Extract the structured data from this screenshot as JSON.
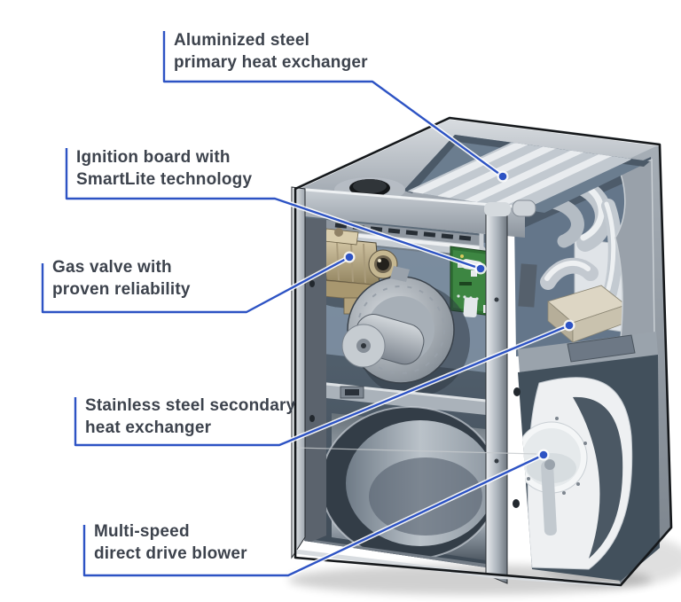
{
  "figure": {
    "labels": [
      {
        "id": "primary-heat-exchanger",
        "line1": "Aluminized steel",
        "line2": "primary heat exchanger"
      },
      {
        "id": "ignition-board",
        "line1": "Ignition board with",
        "line2": "SmartLite technology"
      },
      {
        "id": "gas-valve",
        "line1": "Gas valve with",
        "line2": "proven reliability"
      },
      {
        "id": "secondary-heat-exchanger",
        "line1": "Stainless steel secondary",
        "line2": "heat exchanger"
      },
      {
        "id": "blower",
        "line1": "Multi-speed",
        "line2": "direct drive blower"
      }
    ],
    "colors": {
      "background": "#ffffff",
      "leader_line_blue": "#2d53c4",
      "label_text": "#3d434d",
      "cabinet_gray": "#99a1aa",
      "interior_slate": "#64768a",
      "pcb_green": "#2f7034",
      "gas_valve_brass": "#c5b791",
      "secondary_hx_cream": "#ddd6c4",
      "blower_housing_white": "#eef0f2"
    }
  }
}
